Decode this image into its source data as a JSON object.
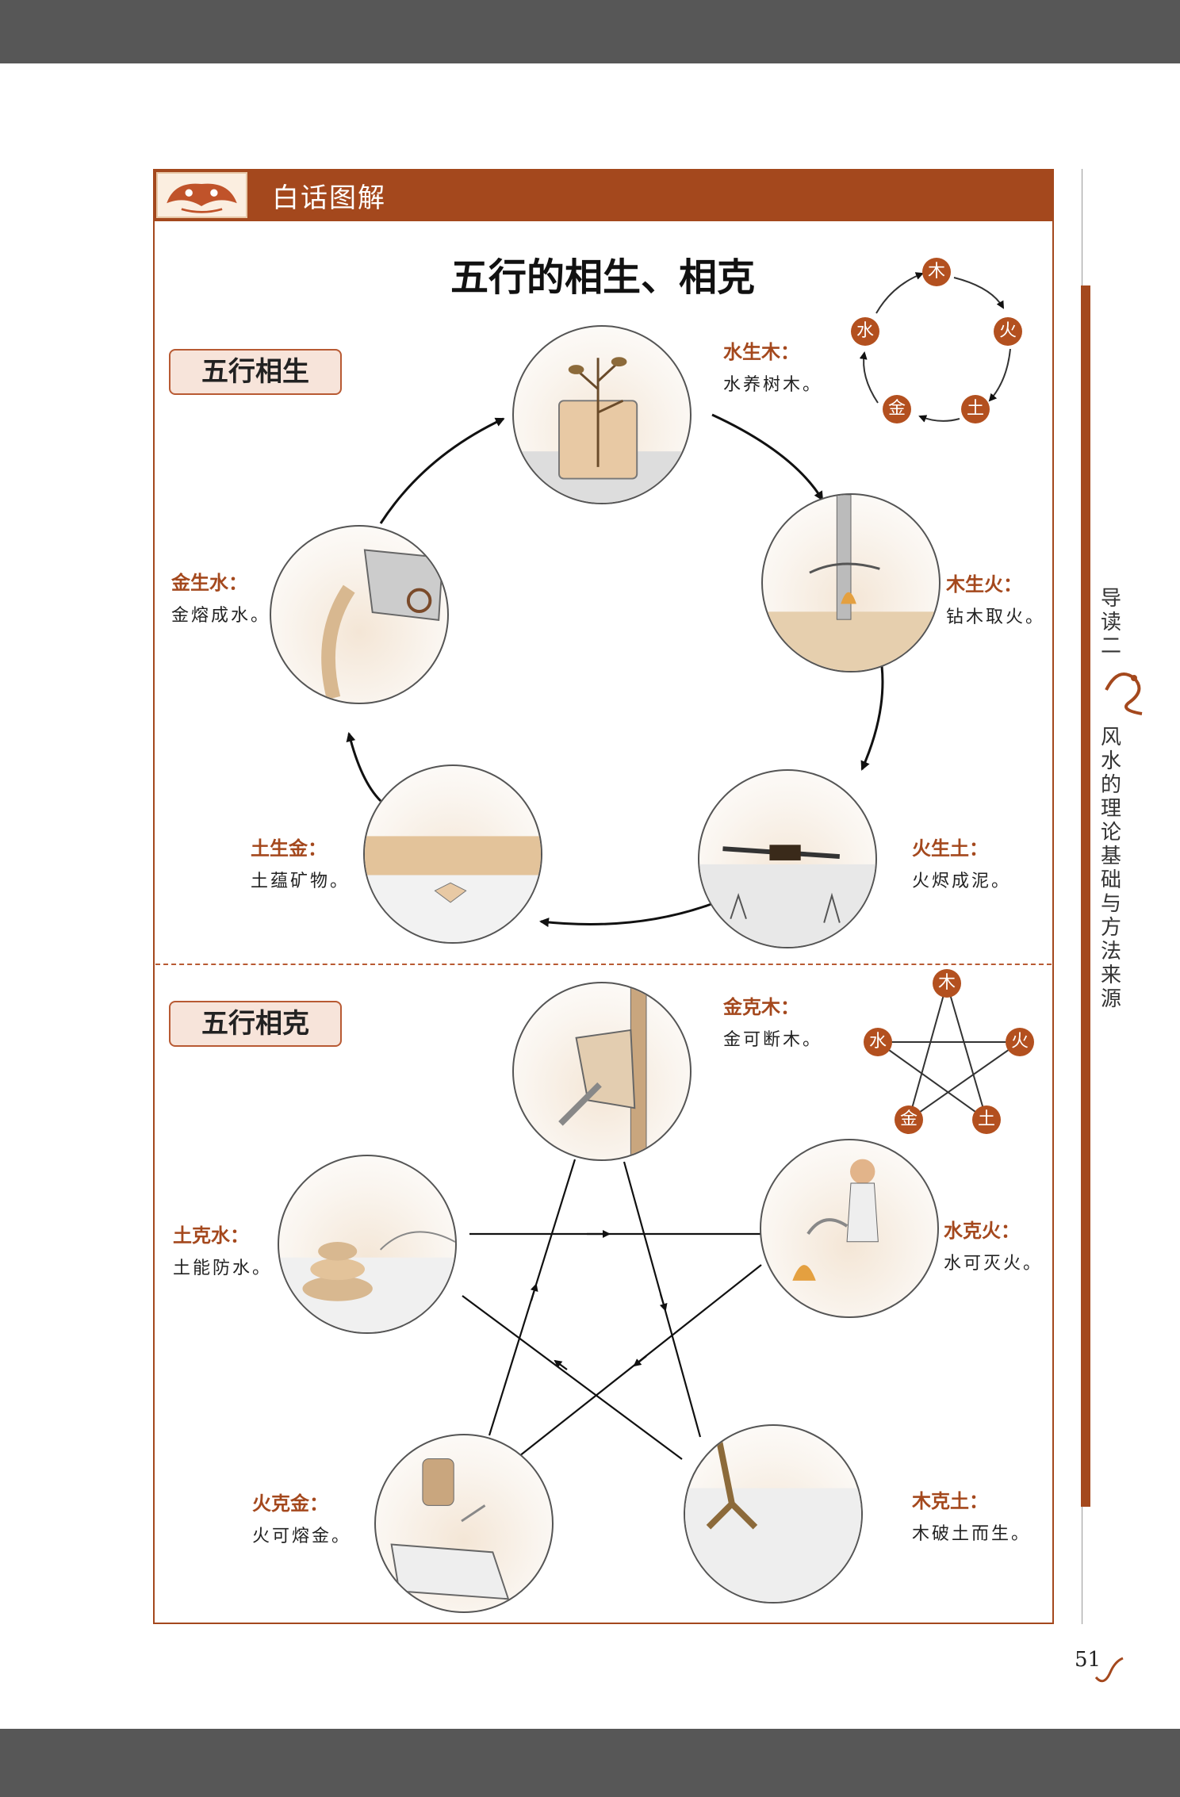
{
  "header": {
    "title": "白话图解"
  },
  "main_title": "五行的相生、相克",
  "sheng": {
    "label": "五行相生",
    "items": [
      {
        "title": "水生木：",
        "text": "水养树木。"
      },
      {
        "title": "木生火：",
        "text": "钻木取火。"
      },
      {
        "title": "火生土：",
        "text": "火烬成泥。"
      },
      {
        "title": "土生金：",
        "text": "土蕴矿物。"
      },
      {
        "title": "金生水：",
        "text": "金熔成水。"
      }
    ]
  },
  "ke": {
    "label": "五行相克",
    "items": [
      {
        "title": "金克木：",
        "text": "金可断木。"
      },
      {
        "title": "水克火：",
        "text": "水可灭火。"
      },
      {
        "title": "木克土：",
        "text": "木破土而生。"
      },
      {
        "title": "火克金：",
        "text": "火可熔金。"
      },
      {
        "title": "土克水：",
        "text": "土能防水。"
      }
    ]
  },
  "elements": {
    "wood": "木",
    "fire": "火",
    "earth": "土",
    "metal": "金",
    "water": "水"
  },
  "side": {
    "part": "导读二",
    "subtitle": "风水的理论基础与方法来源"
  },
  "page_number": "51",
  "colors": {
    "accent": "#a4481d",
    "bar": "#575757"
  }
}
